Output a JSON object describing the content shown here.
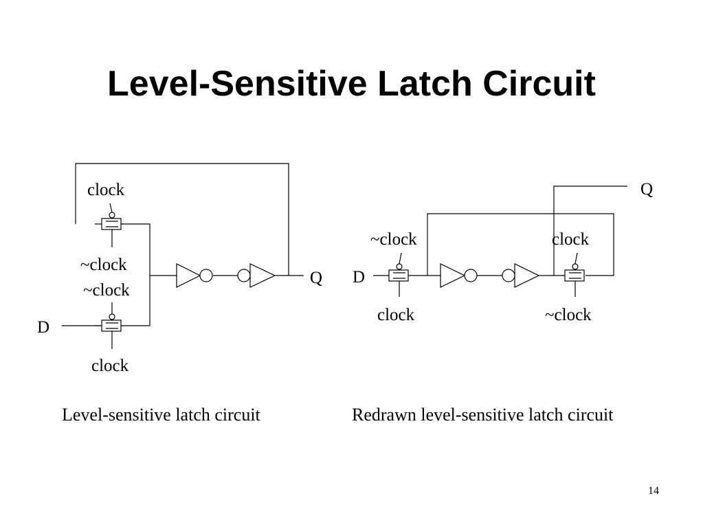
{
  "slide": {
    "title": "Level-Sensitive Latch Circuit",
    "page_number": "14"
  },
  "left_circuit": {
    "caption": "Level-sensitive latch circuit",
    "feedback_tg": {
      "top_label": "clock",
      "bottom_label": "~clock"
    },
    "input_tg": {
      "top_label": "~clock",
      "bottom_label": "clock"
    },
    "input_label": "D",
    "output_label": "Q"
  },
  "right_circuit": {
    "caption": "Redrawn level-sensitive latch circuit",
    "input_tg": {
      "top_label": "~clock",
      "bottom_label": "clock"
    },
    "feedback_tg": {
      "top_label": "clock",
      "bottom_label": "~clock"
    },
    "input_label": "D",
    "output_label": "Q"
  }
}
